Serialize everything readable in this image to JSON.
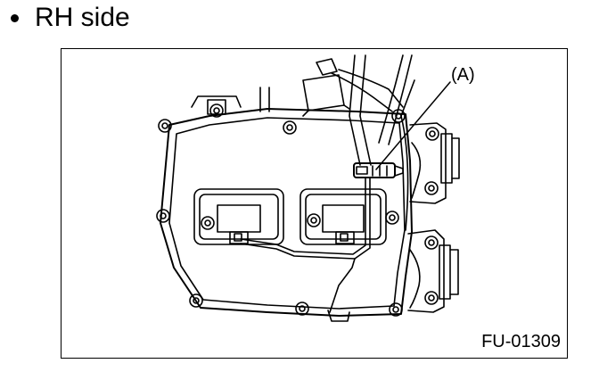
{
  "heading": {
    "bullet": "•",
    "text": "RH side"
  },
  "figure": {
    "callout_label": "(A)",
    "code": "FU-01309"
  }
}
